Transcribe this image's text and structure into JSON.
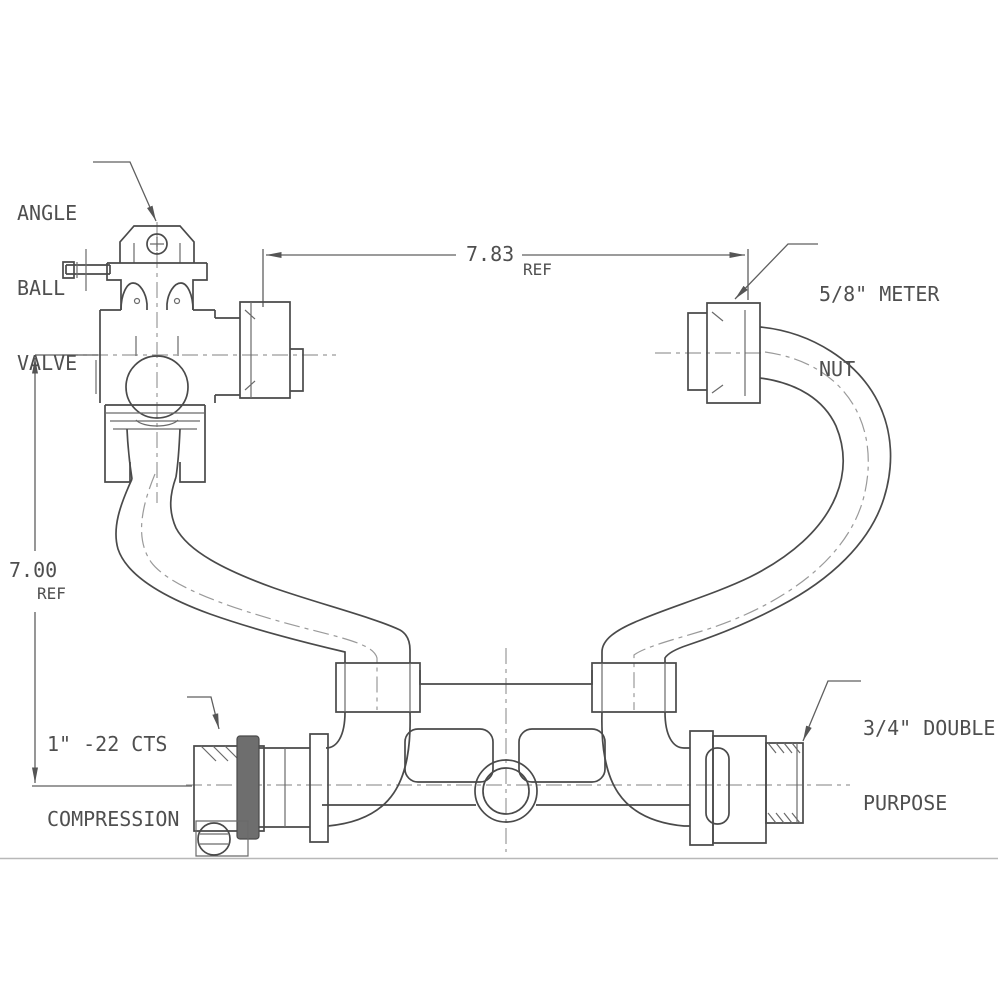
{
  "title": "Meter setter assembly technical drawing",
  "labels": {
    "angle_ball_valve": [
      "ANGLE",
      "BALL",
      "VALVE"
    ],
    "meter_nut": [
      "5/8\" METER",
      "NUT"
    ],
    "compression": [
      "1\" -22 CTS",
      "COMPRESSION"
    ],
    "double_purpose": [
      "3/4\" DOUBLE",
      "PURPOSE"
    ]
  },
  "dimensions": {
    "width": {
      "value": "7.83",
      "suffix": "REF"
    },
    "height": {
      "value": "7.00",
      "suffix": "REF"
    }
  },
  "components": [
    "angle ball valve",
    "5/8 inch meter nut with S-bend pipe",
    "meter coupling yoke with center spud",
    "1 inch -22 CTS compression fitting",
    "3/4 inch double purpose fitting"
  ],
  "colors": {
    "line": "#4a4a4a",
    "line2": "#6a6a6a",
    "centerline": "#9a9a9a",
    "dimension": "#5f5f5f",
    "text": "#4f4f4f",
    "gasket": "#6e6e6e",
    "background": "#ffffff"
  }
}
